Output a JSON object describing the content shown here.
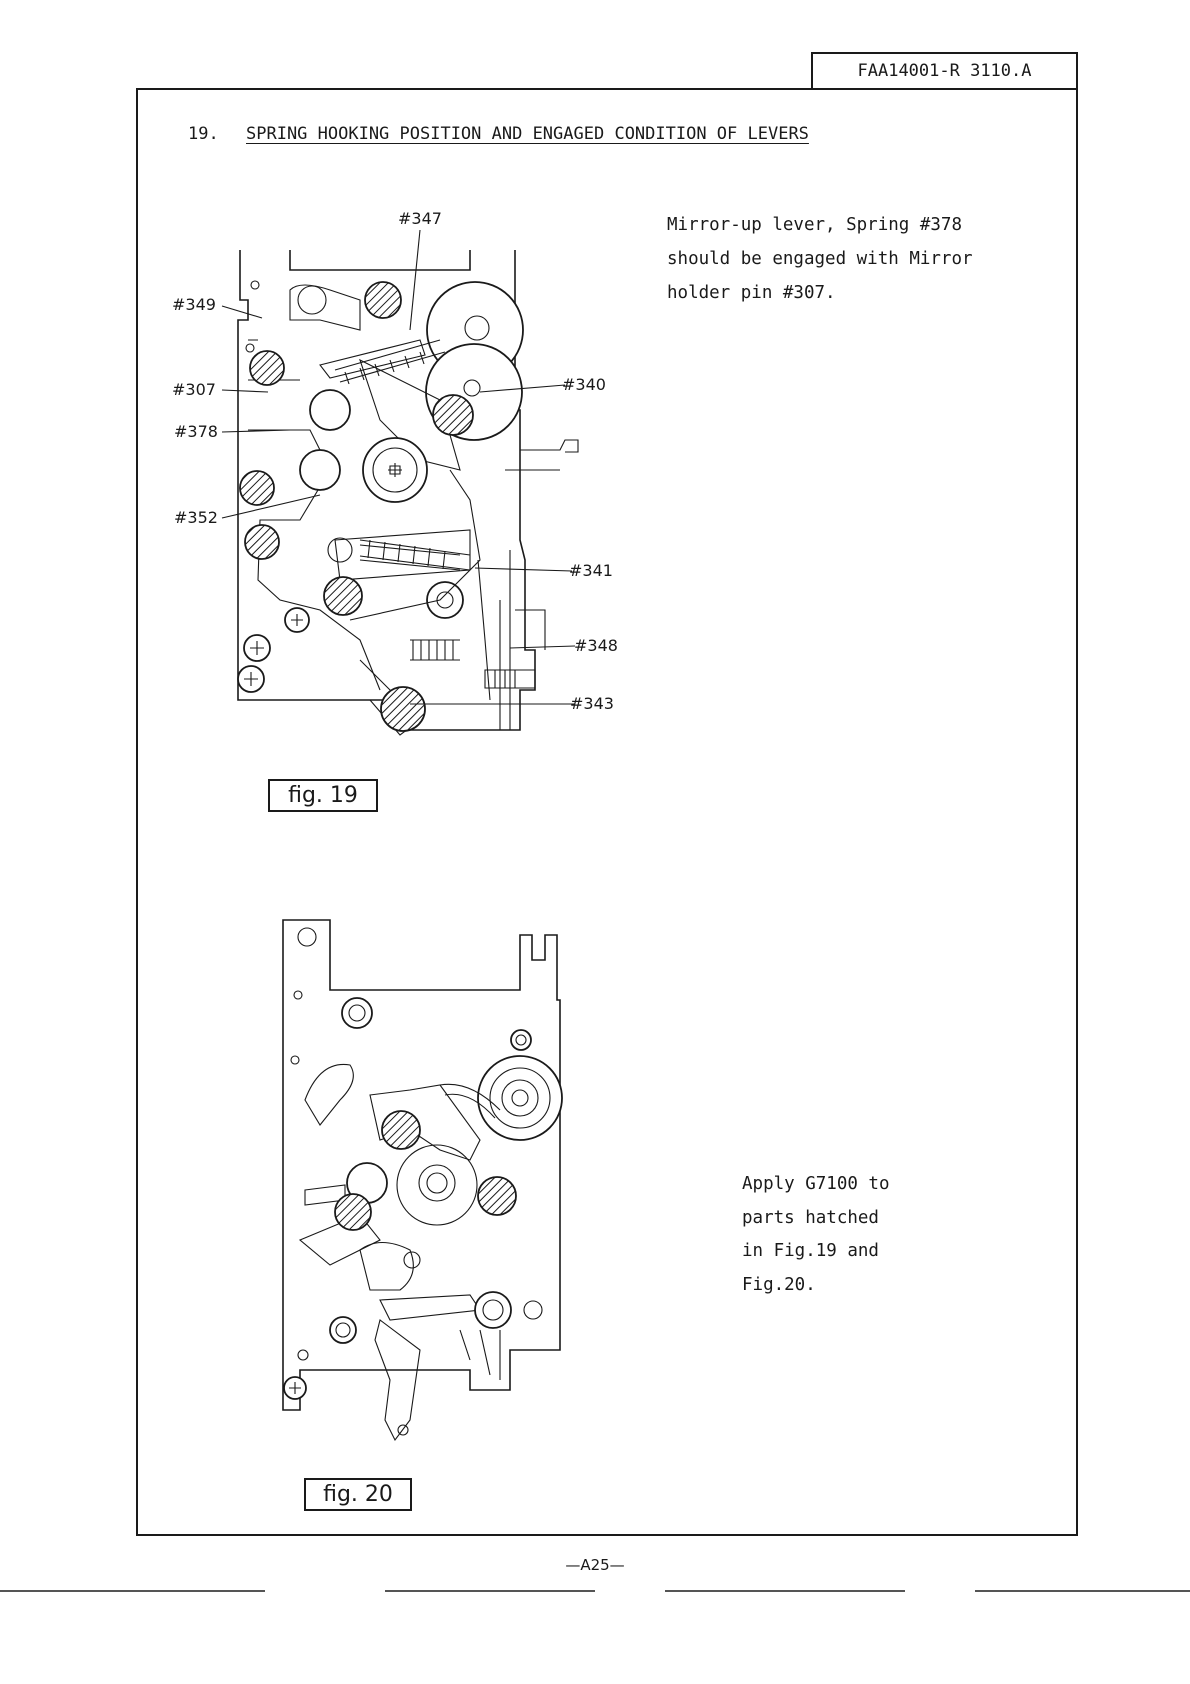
{
  "header": {
    "doc_id": "FAA14001-R 3110.A"
  },
  "section": {
    "number": "19.",
    "title": "SPRING HOOKING POSITION AND ENGAGED CONDITION OF LEVERS"
  },
  "note_top": {
    "lines": [
      "Mirror-up lever, Spring #378",
      "should be engaged with Mirror",
      "holder pin #307."
    ]
  },
  "note_bottom": {
    "lines": [
      "Apply G7100 to",
      "parts hatched",
      "in Fig.19 and",
      "Fig.20."
    ]
  },
  "fig19": {
    "label": "fig. 19",
    "callouts": [
      "#347",
      "#349",
      "#307",
      "#378",
      "#352",
      "#340",
      "#341",
      "#348",
      "#343"
    ]
  },
  "fig20": {
    "label": "fig. 20"
  },
  "footer": {
    "page": "—A25—"
  }
}
